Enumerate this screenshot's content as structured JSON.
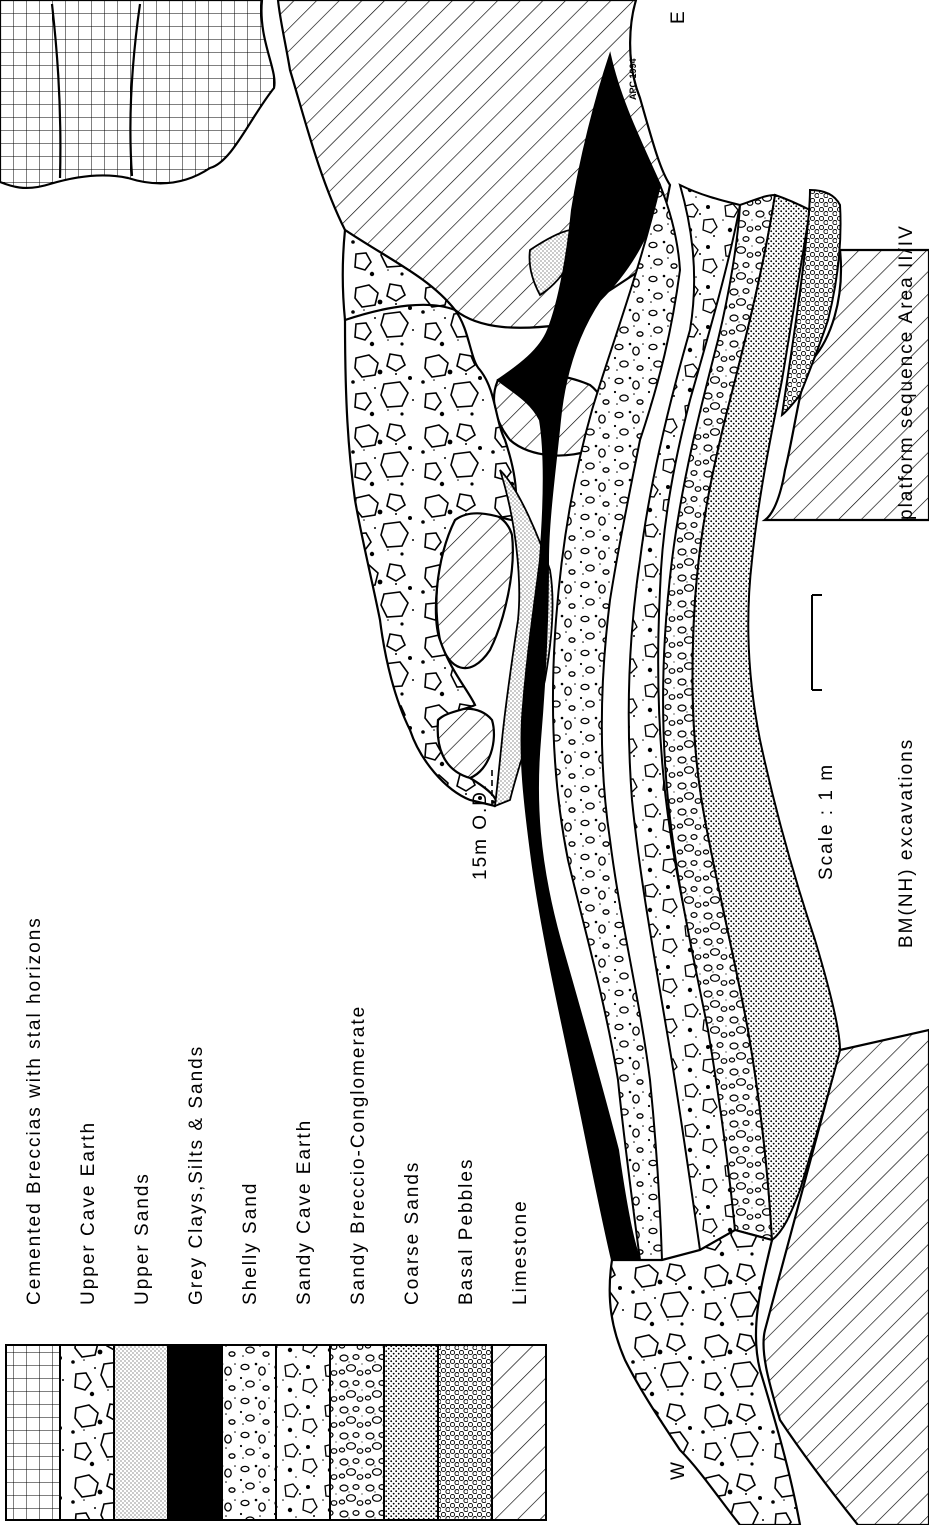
{
  "legend": {
    "items": [
      {
        "label": "Cemented Breccias with stal horizons",
        "pattern": "grid"
      },
      {
        "label": "Upper Cave Earth",
        "pattern": "breccia"
      },
      {
        "label": "Upper Sands",
        "pattern": "finedots"
      },
      {
        "label": "Grey Clays,Silts & Sands",
        "pattern": "black"
      },
      {
        "label": "Shelly Sand",
        "pattern": "shelly"
      },
      {
        "label": "Sandy Cave Earth",
        "pattern": "sandyearth"
      },
      {
        "label": "Sandy Breccio-Conglomerate",
        "pattern": "conglom"
      },
      {
        "label": "Coarse Sands",
        "pattern": "coarsedots"
      },
      {
        "label": "Basal Pebbles",
        "pattern": "pebbles"
      },
      {
        "label": "Limestone",
        "pattern": "hatch"
      }
    ]
  },
  "section": {
    "west_label": "W",
    "east_label": "E",
    "datum_label": "15m O.D.",
    "scale_label": "Scale : 1 m",
    "caption_line1": "BM(NH) excavations",
    "caption_line2": "platform sequence Area II/IV",
    "signature": "APC 1994"
  },
  "colors": {
    "ink": "#000000",
    "paper": "#ffffff"
  }
}
